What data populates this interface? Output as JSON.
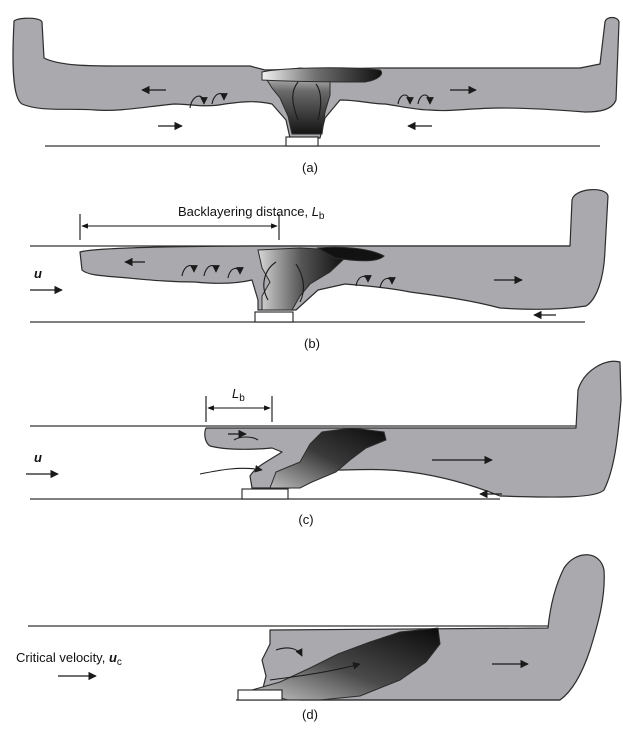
{
  "panels": {
    "a": {
      "caption": "(a)"
    },
    "b": {
      "caption": "(b)",
      "backlayering_label": "Backlayering distance, ",
      "backlayering_symbol": "L",
      "backlayering_sub": "b",
      "velocity_symbol": "u"
    },
    "c": {
      "caption": "(c)",
      "distance_symbol": "L",
      "distance_sub": "b",
      "velocity_symbol": "u"
    },
    "d": {
      "caption": "(d)",
      "critical_label": "Critical velocity, ",
      "critical_symbol": "u",
      "critical_sub": "c"
    }
  },
  "colors": {
    "smoke": "#a9a9ae",
    "plume_dark": "#141414",
    "outline": "#2c2c2c"
  }
}
